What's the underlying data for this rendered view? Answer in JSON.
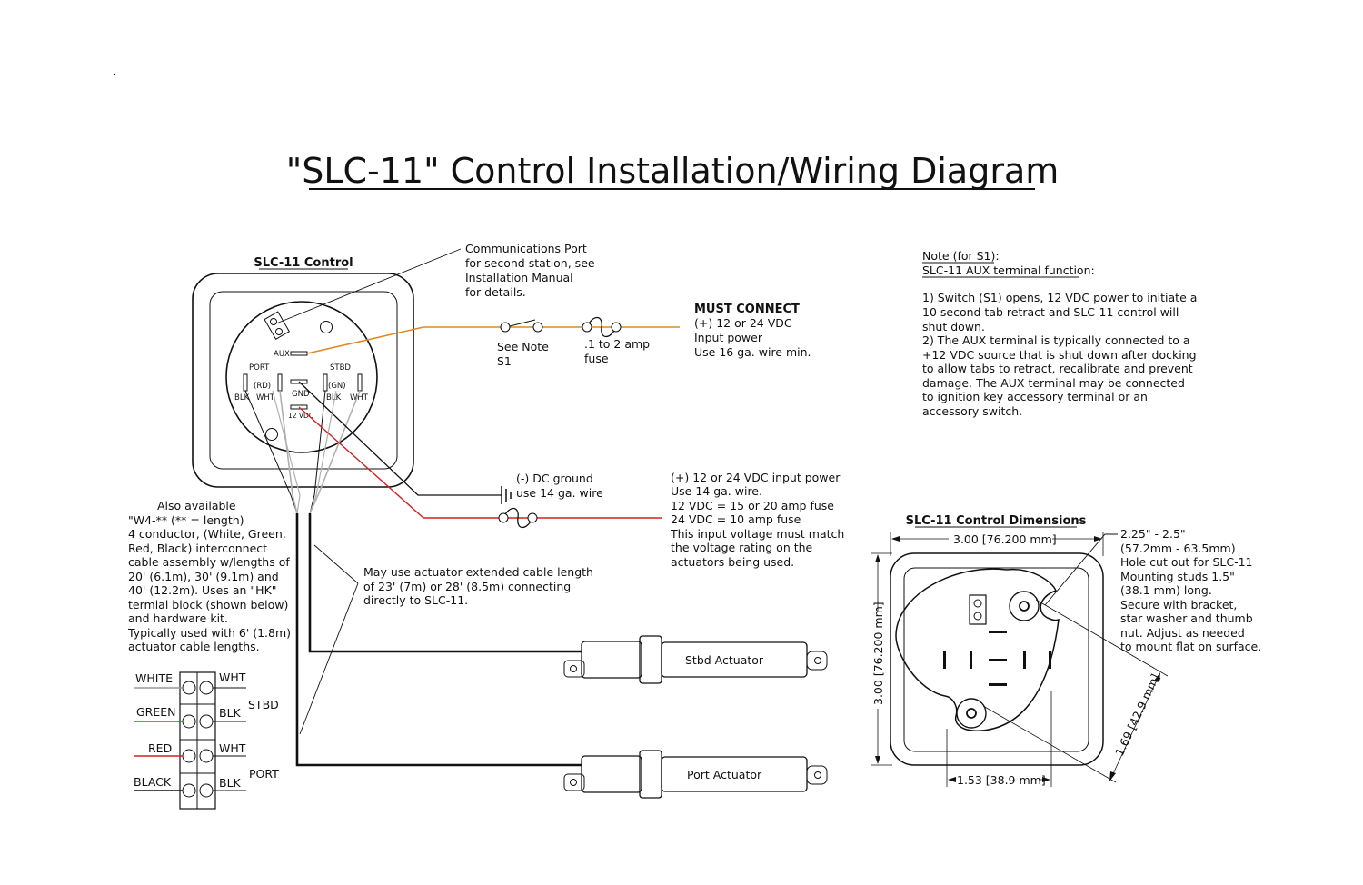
{
  "title": "\"SLC-11\" Control Installation/Wiring Diagram",
  "control": {
    "heading": "SLC-11 Control",
    "aux": "AUX",
    "port": "PORT",
    "stbd": "STBD",
    "rd": "(RD)",
    "gn": "(GN)",
    "blk": "BLK",
    "wht": "WHT",
    "gnd": "GND",
    "v12": "12 VDC"
  },
  "comm_port": [
    "Communications Port",
    "for second station, see",
    "Installation Manual",
    "for details."
  ],
  "switch_note": [
    "See Note",
    "S1"
  ],
  "fuse_note": [
    ".1 to 2 amp",
    "fuse"
  ],
  "must_connect": {
    "heading": "MUST CONNECT",
    "lines": [
      "(+) 12 or 24 VDC",
      "Input power",
      "Use 16 ga. wire min."
    ]
  },
  "note_s1": {
    "heading": [
      "Note (for S1):",
      "SLC-11 AUX terminal function:"
    ],
    "lines": [
      "1) Switch (S1) opens, 12 VDC power to initiate a",
      "10 second tab retract and SLC-11 control will",
      "shut down.",
      "",
      "2) The AUX terminal is typically connected to a",
      "+12 VDC source that is shut down after docking",
      "to allow tabs to retract, recalibrate and prevent",
      "damage.  The AUX terminal may be connected",
      "to ignition key accessory terminal or an",
      "accessory switch."
    ]
  },
  "ground_note": [
    "(-) DC ground",
    "use 14 ga. wire"
  ],
  "power_note": [
    "(+) 12 or 24 VDC input power",
    "Use 14 ga. wire.",
    "12 VDC = 15 or 20 amp fuse",
    "24 VDC = 10 amp fuse",
    "This input voltage must match",
    "the voltage rating on the",
    "actuators being used."
  ],
  "also_available": [
    "Also available",
    "\"W4-** (** = length)",
    "4 conductor, (White, Green,",
    "Red, Black) interconnect",
    "cable assembly w/lengths of",
    "20' (6.1m), 30' (9.1m) and",
    "40' (12.2m). Uses an \"HK\"",
    "termial block (shown below)",
    " and hardware kit.",
    "Typically used with 6' (1.8m)",
    "actuator cable lengths."
  ],
  "extended_cable": [
    "May use actuator extended cable length",
    "of 23' (7m) or 28' (8.5m) connecting",
    "directly to SLC-11."
  ],
  "terminal_block": {
    "left": [
      "WHITE",
      "GREEN",
      "RED",
      "BLACK"
    ],
    "right": [
      "WHT",
      "BLK",
      "WHT",
      "BLK"
    ],
    "groups": [
      "STBD",
      "PORT"
    ]
  },
  "actuators": {
    "stbd": "Stbd Actuator",
    "port": "Port Actuator"
  },
  "dimensions": {
    "heading": "SLC-11 Control Dimensions",
    "width": "3.00 [76.200 mm]",
    "height": "3.00 [76.200 mm]",
    "offset": "1.53 [38.9 mm]",
    "diagonal": "1.69 [42.9 mm]",
    "hole_note": [
      "2.25\" - 2.5\"",
      "(57.2mm - 63.5mm)",
      "Hole cut out for SLC-11",
      "Mounting studs 1.5\"",
      "(38.1 mm) long.",
      "Secure with bracket,",
      "star washer and thumb",
      "nut. Adjust as needed",
      "to mount flat on surface."
    ]
  },
  "colors": {
    "power_wire": "#e08a1e",
    "red_wire": "#d42020",
    "green_wire": "#2a8a2a",
    "grey_wire": "#b0b0b0"
  }
}
